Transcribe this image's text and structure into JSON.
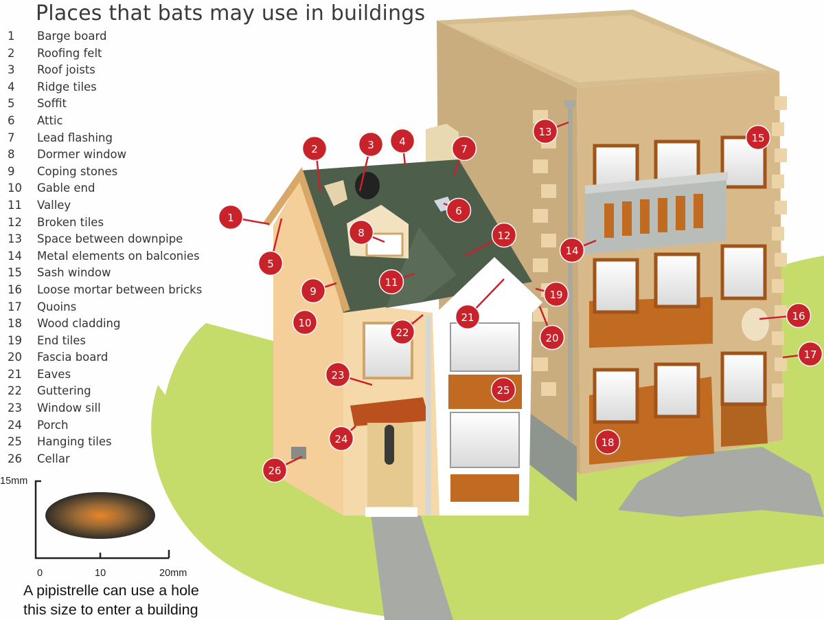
{
  "title": "Places that bats may use in buildings",
  "legend": [
    {
      "number": "1",
      "label": "Barge board"
    },
    {
      "number": "2",
      "label": "Roofing felt"
    },
    {
      "number": "3",
      "label": "Roof joists"
    },
    {
      "number": "4",
      "label": "Ridge tiles"
    },
    {
      "number": "5",
      "label": "Soffit"
    },
    {
      "number": "6",
      "label": "Attic"
    },
    {
      "number": "7",
      "label": "Lead flashing"
    },
    {
      "number": "8",
      "label": "Dormer window"
    },
    {
      "number": "9",
      "label": "Coping stones"
    },
    {
      "number": "10",
      "label": "Gable end"
    },
    {
      "number": "11",
      "label": "Valley"
    },
    {
      "number": "12",
      "label": "Broken tiles"
    },
    {
      "number": "13",
      "label": "Space between downpipe"
    },
    {
      "number": "14",
      "label": "Metal elements on balconies"
    },
    {
      "number": "15",
      "label": "Sash window"
    },
    {
      "number": "16",
      "label": "Loose mortar between bricks"
    },
    {
      "number": "17",
      "label": "Quoins"
    },
    {
      "number": "18",
      "label": "Wood cladding"
    },
    {
      "number": "19",
      "label": "End tiles"
    },
    {
      "number": "20",
      "label": "Fascia board"
    },
    {
      "number": "21",
      "label": "Eaves"
    },
    {
      "number": "22",
      "label": "Guttering"
    },
    {
      "number": "23",
      "label": "Window sill"
    },
    {
      "number": "24",
      "label": "Porch"
    },
    {
      "number": "25",
      "label": "Hanging tiles"
    },
    {
      "number": "26",
      "label": "Cellar"
    }
  ],
  "scale": {
    "y_label": "15mm",
    "tick_0": "0",
    "tick_10": "10",
    "tick_20": "20mm"
  },
  "caption": {
    "line1": "A pipistrelle can use a hole",
    "line2": "this size to enter a building"
  },
  "colors": {
    "marker": "#c8222a",
    "grass": "#c5dc6a",
    "roof": "#4d5e4b",
    "brick_tower": "#d8b98a",
    "cladding": "#b65b1c"
  }
}
